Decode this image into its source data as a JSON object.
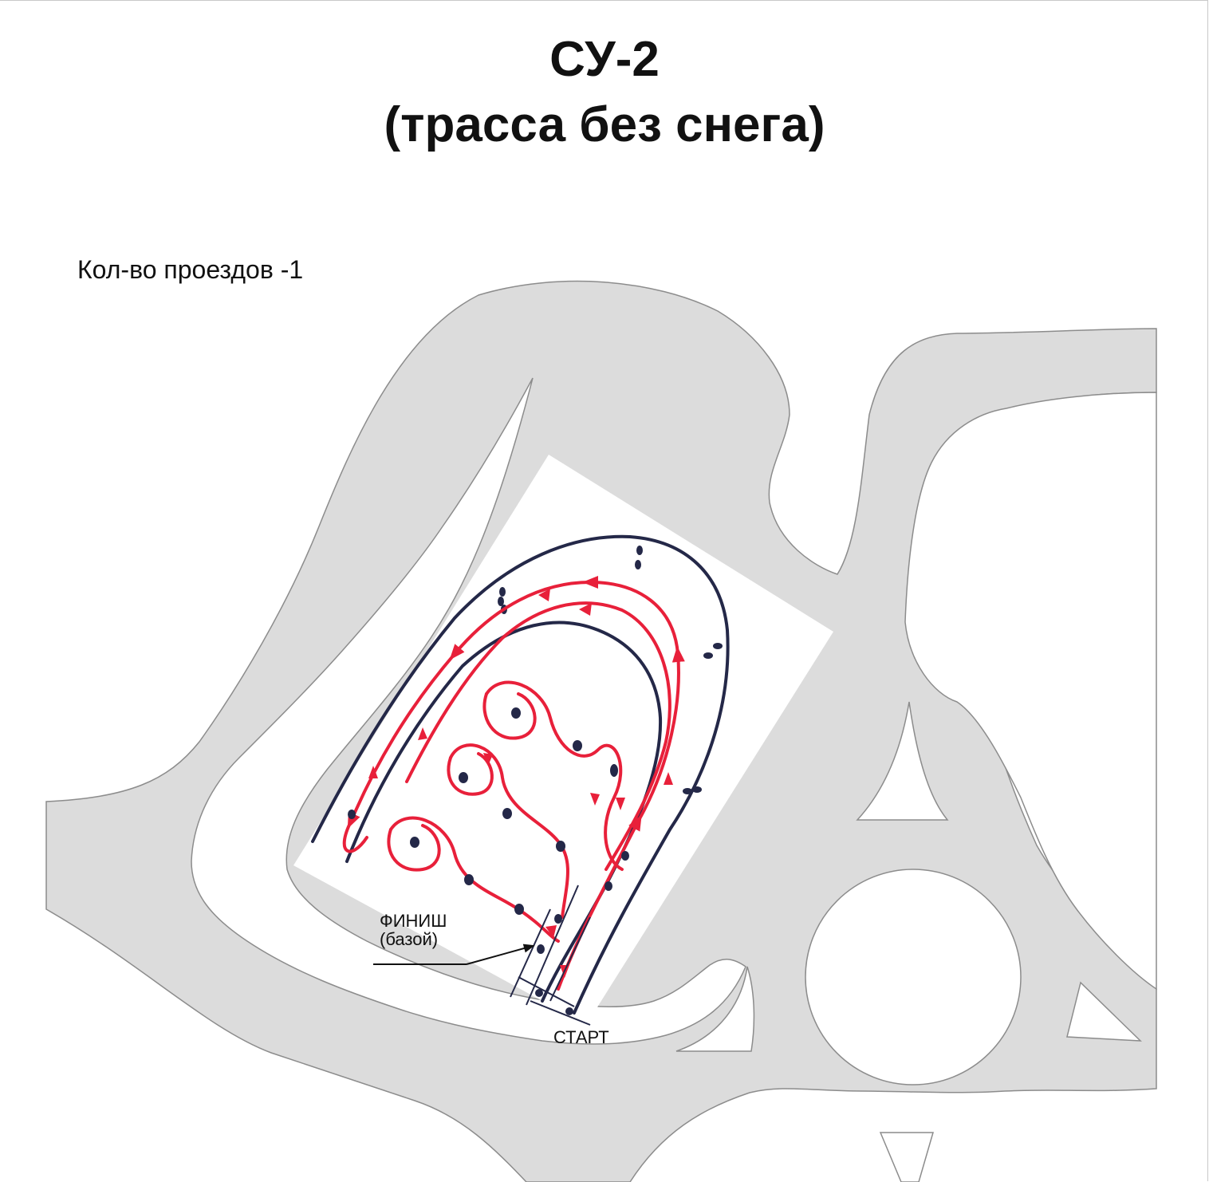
{
  "title": {
    "line1": "СУ-2",
    "line2": "(трасса без снега)"
  },
  "runs_label": "Кол-во проездов -1",
  "markers": {
    "finish_line1": "ФИНИШ",
    "finish_line2": "(базой)",
    "start": "СТАРТ"
  },
  "colors": {
    "road": "#dcdcdc",
    "road_edge": "#8c8c8c",
    "route": "#e8203a",
    "boundary": "#242848"
  },
  "icons": {
    "arrow": "finish-pointer-arrow",
    "cone": "cone-dot-icon"
  }
}
